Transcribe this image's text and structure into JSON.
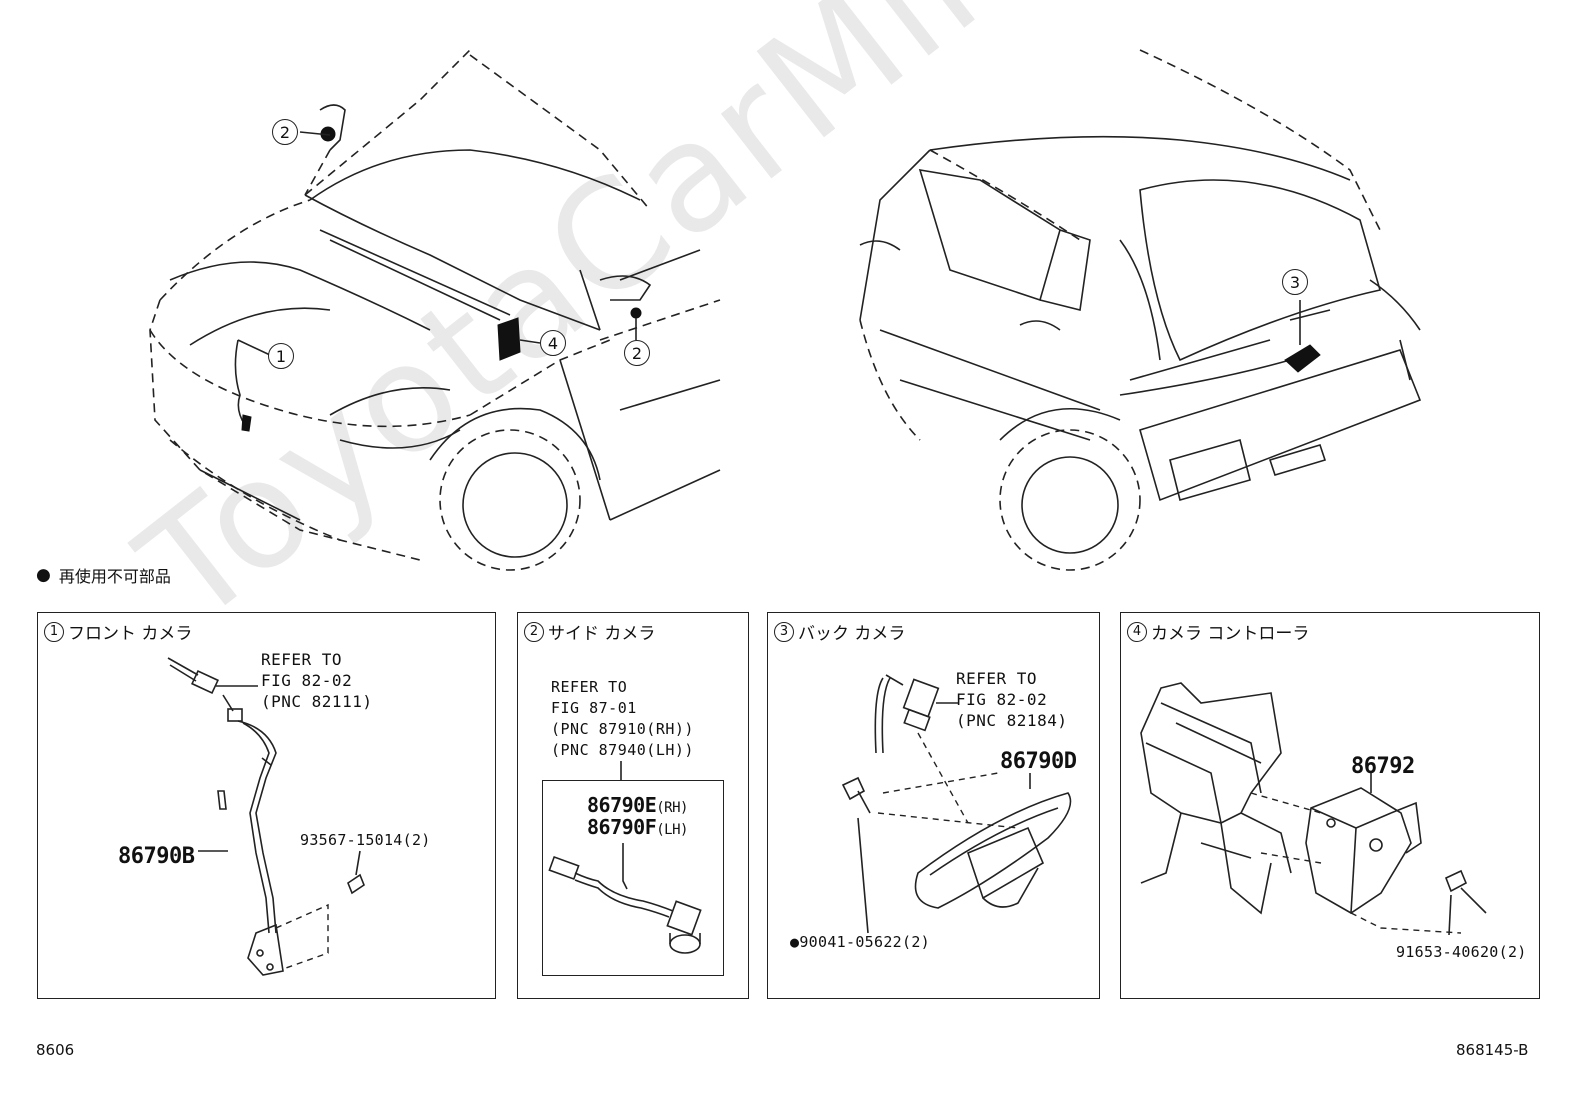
{
  "watermark": "ToyotaCarMine.ru",
  "legend": {
    "bullet": "●",
    "text": "再使用不可部品"
  },
  "callouts": {
    "c1": "1",
    "c2": "2",
    "c3": "3",
    "c4": "4"
  },
  "panels": [
    {
      "num": "1",
      "title": "フロント カメラ",
      "refer": "REFER TO\nFIG 82-02\n(PNC 82111)",
      "parts": [
        "86790B",
        "93567-15014(2)"
      ]
    },
    {
      "num": "2",
      "title": "サイド カメラ",
      "refer": "REFER TO\nFIG 87-01\n(PNC 87910(RH))\n(PNC 87940(LH))",
      "parts": [
        "86790E",
        "(RH)",
        "86790F",
        "(LH)"
      ]
    },
    {
      "num": "3",
      "title": "バック カメラ",
      "refer": "REFER TO\nFIG 82-02\n(PNC 82184)",
      "parts": [
        "86790D",
        "90041-05622(2)"
      ]
    },
    {
      "num": "4",
      "title": "カメラ コントローラ",
      "parts": [
        "86792",
        "91653-40620(2)"
      ]
    }
  ],
  "footer": {
    "left": "8606",
    "right": "868145-B"
  }
}
